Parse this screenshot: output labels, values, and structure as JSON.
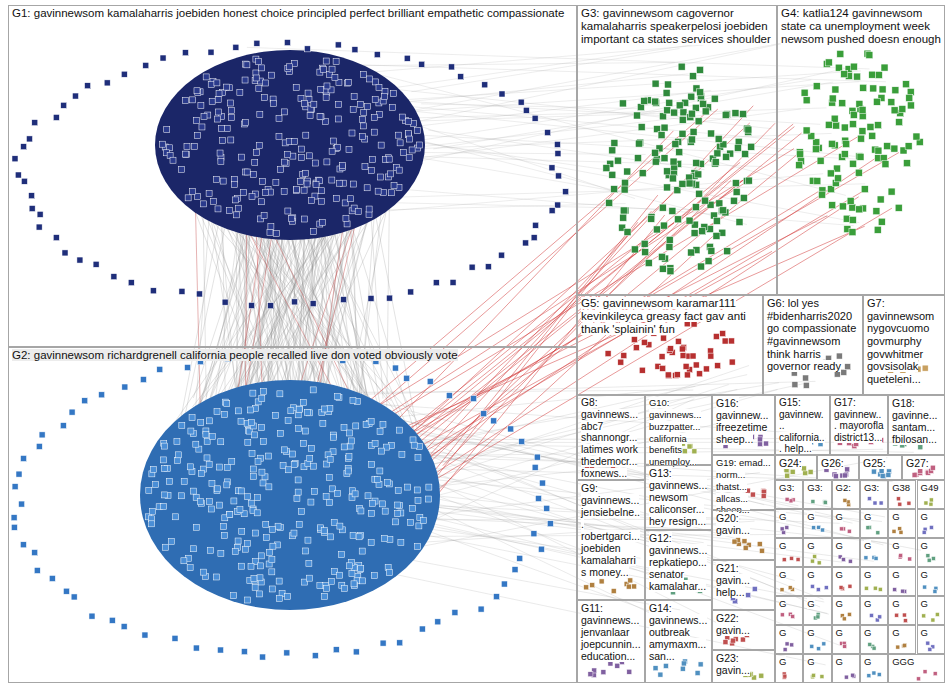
{
  "diagram": {
    "nodes": [
      {
        "text": [
          "G1: gavinnewsom kamalaharris joebiden honest choice principled perfect brilliant empathetic compassionate"
        ]
      },
      {
        "text": [
          "G2: gavinnewsom richardgrenell california people recalled live don voted obviously vote"
        ]
      },
      {
        "text": [
          "G3: gavinnewsom cagovernor kamalaharris speakerpelosi joebiden important ca states services shoulder"
        ]
      },
      {
        "text": [
          "G4: katlia124 gavinnewsom state ca unemployment week newsom pushed doesn enough"
        ]
      },
      {
        "text": [
          "G5: gavinnewsom karamar111 kevinkileyca greasy fact gav anti thank 'splainin' fun"
        ]
      },
      {
        "text": [
          "G6: lol yes #bidenharris2020 go compassionate #gavinnewsom think harris governor ready"
        ]
      },
      {
        "text": [
          "G7: gavinnewsom nygovcuomo govmurphy govwhitmer govsisolak queteleni..."
        ]
      },
      {
        "text": [
          "G8: gavinnews... abc7 shannongr... latimes work thedemocr... foxnews..."
        ]
      },
      {
        "text": [
          "G10: gavinnews... buzzpatter... california benefits unemploy..."
        ]
      },
      {
        "text": [
          "G16: gavinnew... ifreezetime sheep..."
        ]
      },
      {
        "text": [
          "G15: gavinnew... california... help..."
        ]
      },
      {
        "text": [
          "G17: gavinnew... mayorofla district13..."
        ]
      },
      {
        "text": [
          "G18: gavinne... santam... fbilosan..."
        ]
      },
      {
        "text": [
          "G9: gavinnews... jensiebelne... robertgarci... joebiden kamalaharris money..."
        ]
      },
      {
        "text": [
          "G13: gavinnews... newsom caliconser... hey resign..."
        ]
      },
      {
        "text": [
          "G19: emad... norm... thatst... allcas... sheep..."
        ]
      },
      {
        "text": [
          "G24:"
        ]
      },
      {
        "text": [
          "G26:"
        ]
      },
      {
        "text": [
          "G25:"
        ]
      },
      {
        "text": [
          "G27:"
        ]
      },
      {
        "text": [
          "G12: gavinnews... repkatiepo... senator kamalahar..."
        ]
      },
      {
        "text": [
          "G20: gavin..."
        ]
      },
      {
        "text": [
          "G21: gavin... help..."
        ]
      },
      {
        "text": [
          "G22: gavin..."
        ]
      },
      {
        "text": [
          "G23: gavin..."
        ]
      },
      {
        "text": [
          "G11: gavinnews... jenvanlaar joepcunnin... education..."
        ]
      },
      {
        "text": [
          "G14: gavinnews... outbreak amymaxm... san..."
        ]
      },
      {
        "text": [
          "G3:"
        ]
      },
      {
        "text": [
          "G3:"
        ]
      },
      {
        "text": [
          "G2:"
        ]
      },
      {
        "text": [
          "G3:"
        ]
      },
      {
        "text": [
          "G38"
        ]
      },
      {
        "text": [
          "G49"
        ]
      },
      {
        "text": [
          "G"
        ]
      },
      {
        "text": [
          "G"
        ]
      },
      {
        "text": [
          "G"
        ]
      },
      {
        "text": [
          "G"
        ]
      },
      {
        "text": [
          "G"
        ]
      },
      {
        "text": [
          "G"
        ]
      },
      {
        "text": [
          "G"
        ]
      },
      {
        "text": [
          "G"
        ]
      },
      {
        "text": [
          "G"
        ]
      },
      {
        "text": [
          "G"
        ]
      },
      {
        "text": [
          "G"
        ]
      },
      {
        "text": [
          "G"
        ]
      },
      {
        "text": [
          "G"
        ]
      },
      {
        "text": [
          "G"
        ]
      },
      {
        "text": [
          "G"
        ]
      },
      {
        "text": [
          "G"
        ]
      },
      {
        "text": [
          "G"
        ]
      },
      {
        "text": [
          "G"
        ]
      },
      {
        "text": [
          "G"
        ]
      },
      {
        "text": [
          "G"
        ]
      },
      {
        "text": [
          "G"
        ]
      },
      {
        "text": [
          "G"
        ]
      },
      {
        "text": [
          "G"
        ]
      },
      {
        "text": [
          "G"
        ]
      },
      {
        "text": [
          "G"
        ]
      },
      {
        "text": [
          "G"
        ]
      },
      {
        "text": [
          "G"
        ]
      },
      {
        "text": [
          "G"
        ]
      },
      {
        "text": [
          "G"
        ]
      },
      {
        "text": [
          "G"
        ]
      },
      {
        "text": [
          "G"
        ]
      },
      {
        "text": [
          "G"
        ]
      },
      {
        "text": [
          "G"
        ]
      },
      {
        "text": [
          "G"
        ]
      },
      {
        "text": [
          "GGG"
        ]
      }
    ]
  }
}
